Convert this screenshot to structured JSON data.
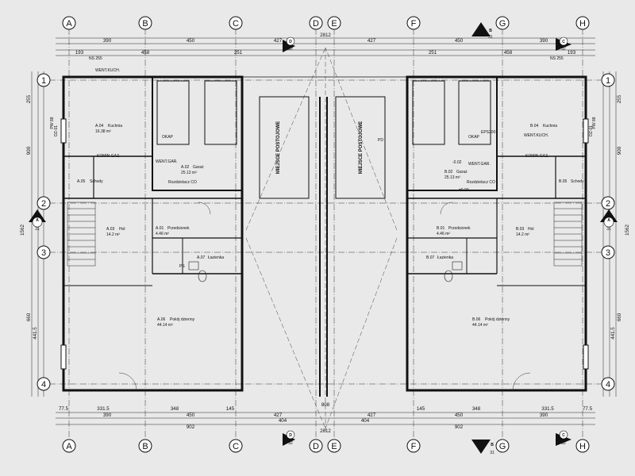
{
  "grid": {
    "columns": [
      "A",
      "B",
      "C",
      "D",
      "E",
      "F",
      "G",
      "H"
    ],
    "rows": [
      "1",
      "2",
      "3",
      "4"
    ]
  },
  "section_markers": {
    "top": [
      {
        "id": "D",
        "sheet": "32"
      },
      {
        "id": "B",
        "sheet": "31"
      },
      {
        "id": "C",
        "sheet": "32"
      }
    ],
    "bottom": [
      {
        "id": "D",
        "sheet": "32"
      },
      {
        "id": "B",
        "sheet": "31"
      },
      {
        "id": "C",
        "sheet": "32"
      }
    ],
    "side": [
      {
        "id": "A",
        "sheet": "31"
      },
      {
        "id": "A",
        "sheet": "31"
      }
    ]
  },
  "dimensions": {
    "top_overall": "2812",
    "top_row1": [
      "390",
      "450",
      "427",
      "427",
      "450",
      "390"
    ],
    "top_row2": [
      "193",
      "458",
      "251",
      "251",
      "458",
      "193"
    ],
    "bottom_row1": [
      "77.5",
      "331.5",
      "348",
      "145",
      "145",
      "348",
      "331.5",
      "77.5"
    ],
    "bottom_row2": [
      "390",
      "450",
      "427",
      "808",
      "427",
      "450",
      "390"
    ],
    "bottom_overall": "2812",
    "bottom_mid": [
      "404",
      "404",
      "902",
      "902"
    ],
    "left_vertical": [
      "255",
      "900",
      "1562",
      "660",
      "441.5"
    ],
    "right_vertical": [
      "255",
      "900",
      "1562",
      "660",
      "441.5"
    ]
  },
  "rooms": {
    "left": [
      {
        "code": "A.04",
        "name": "Kuchnia",
        "area": "16.38 m²"
      },
      {
        "code": "A.02",
        "name": "Garaż",
        "area": "25.13 m²"
      },
      {
        "code": "A.05",
        "name": "Schody",
        "area": ""
      },
      {
        "code": "A.03",
        "name": "Hol",
        "area": "14.2 m²"
      },
      {
        "code": "A.01",
        "name": "Przedsionek",
        "area": "4.46 m²"
      },
      {
        "code": "A.07",
        "name": "Łazienka",
        "area": ""
      },
      {
        "code": "A.06",
        "name": "Pokój dzienny",
        "area": "44.14 m²"
      }
    ],
    "right": [
      {
        "code": "B.04",
        "name": "Kuchnia",
        "area": ""
      },
      {
        "code": "B.02",
        "name": "Garaż",
        "area": "25.13 m²"
      },
      {
        "code": "B.05",
        "name": "Schody",
        "area": ""
      },
      {
        "code": "B.03",
        "name": "Hol",
        "area": "14.2 m²"
      },
      {
        "code": "B.01",
        "name": "Przedsionek",
        "area": "4.46 m²"
      },
      {
        "code": "B.07",
        "name": "Łazienka",
        "area": ""
      },
      {
        "code": "B.06",
        "name": "Pokój dzienny",
        "area": "44.14 m²"
      }
    ]
  },
  "parking": [
    "MIEJSCE POSTOJOWE",
    "MIEJSCE POSTOJOWE"
  ],
  "notes": {
    "okap": "OKAP",
    "went_gar": "WENT.GAR.",
    "went_kuch": "WENT.KUCH.",
    "komin_gaz": "KOMIN GAZ.",
    "level_zero": "±0.00",
    "level_garage": "-0.02",
    "rozdzielacz": "Rozdzielacz CO",
    "ps": "PS",
    "pd": "PD",
    "eps": "EPS200",
    "ns": "NS 255",
    "pw": "PW 88",
    "win": "OZ-01",
    "overall_side": "1562"
  }
}
